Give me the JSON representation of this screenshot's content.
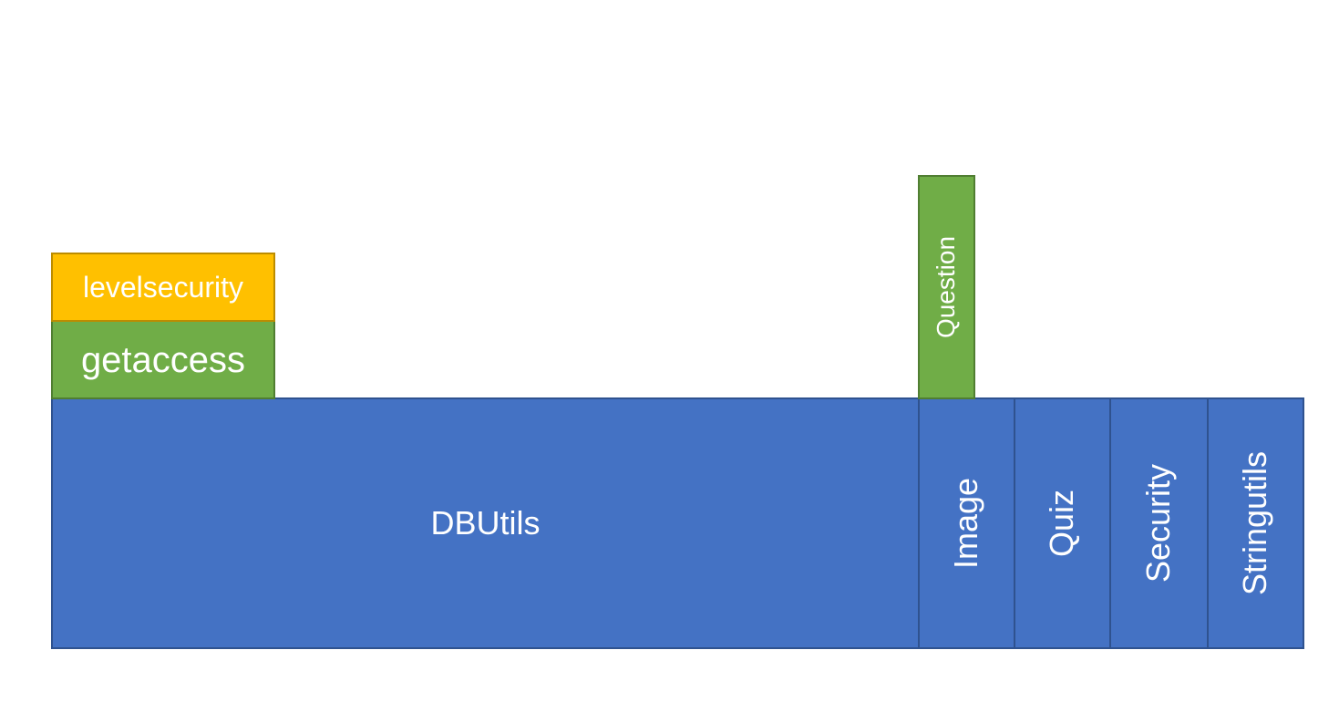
{
  "diagram": {
    "blocks": {
      "dbutils": {
        "label": "DBUtils",
        "color": "#4472c4"
      },
      "image": {
        "label": "Image",
        "color": "#4472c4"
      },
      "quiz": {
        "label": "Quiz",
        "color": "#4472c4"
      },
      "security": {
        "label": "Security",
        "color": "#4472c4"
      },
      "stringutils": {
        "label": "Stringutils",
        "color": "#4472c4"
      },
      "question": {
        "label": "Question",
        "color": "#70ad47"
      },
      "getaccess": {
        "label": "getaccess",
        "color": "#70ad47"
      },
      "levelsecurity": {
        "label": "levelsecurity",
        "color": "#ffc000"
      }
    }
  }
}
